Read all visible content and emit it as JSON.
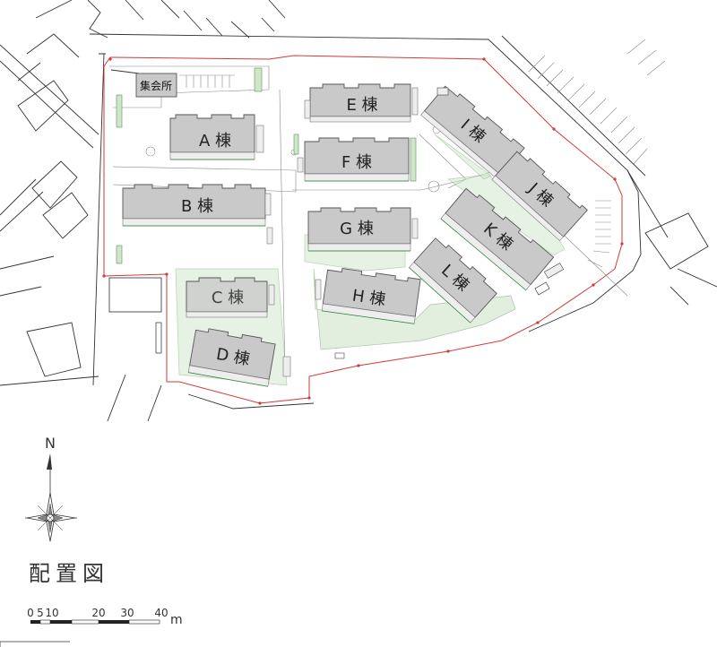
{
  "buildings": [
    {
      "id": "A",
      "label": "A 棟"
    },
    {
      "id": "B",
      "label": "B 棟"
    },
    {
      "id": "C",
      "label": "C 棟"
    },
    {
      "id": "D",
      "label": "D 棟"
    },
    {
      "id": "E",
      "label": "E 棟"
    },
    {
      "id": "F",
      "label": "F 棟"
    },
    {
      "id": "G",
      "label": "G 棟"
    },
    {
      "id": "H",
      "label": "H 棟"
    },
    {
      "id": "I",
      "label": "I 棟"
    },
    {
      "id": "J",
      "label": "J 棟"
    },
    {
      "id": "K",
      "label": "K 棟"
    },
    {
      "id": "L",
      "label": "L 棟"
    }
  ],
  "meeting_hall": {
    "label": "集会所"
  },
  "north_arrow": {
    "label": "N"
  },
  "map_title": "配置図",
  "scale_bar": {
    "ticks": [
      "0",
      "5",
      "10",
      "20",
      "30",
      "40"
    ],
    "unit": "m"
  },
  "colors": {
    "building": "#c9c9c9",
    "greenery": "#cfe6cb",
    "boundary": "#d23a3a"
  }
}
